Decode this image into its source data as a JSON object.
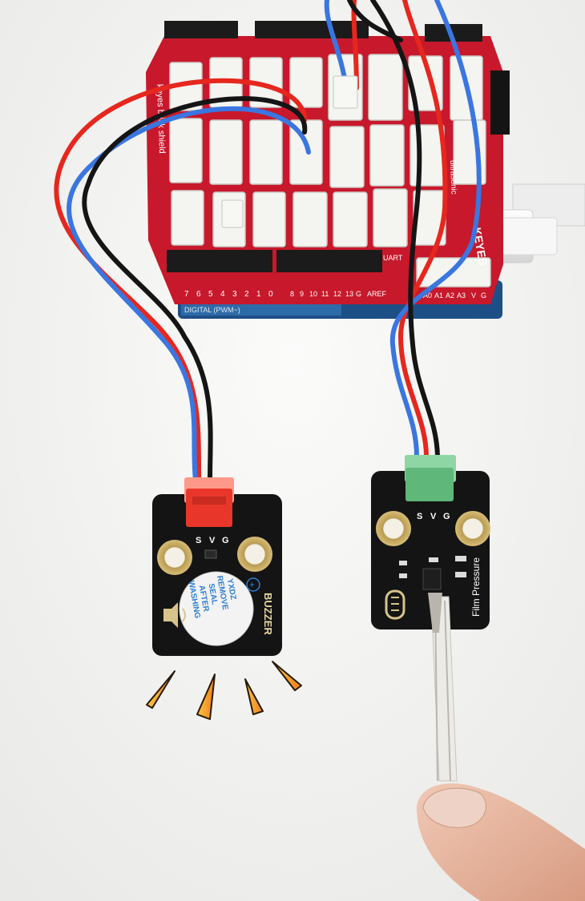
{
  "shield": {
    "brand": "KEYES",
    "name": "keyes brick shield",
    "header_label": "DIGITAL (PWM~)",
    "pin_labels_left": [
      "7",
      "6",
      "5",
      "4",
      "3",
      "2",
      "1",
      "0"
    ],
    "pin_labels_right": [
      "AREF",
      "G",
      "13",
      "12",
      "11",
      "10",
      "9",
      "8"
    ],
    "pin_labels_side": [
      "G",
      "V",
      "A3",
      "A2",
      "A1",
      "A0"
    ],
    "uart_label": "UART",
    "ultrasonic_label": "ultrasonic",
    "colors": {
      "pcb": "#c8182b",
      "header": "#1b1b1b",
      "connector": "#f4f4f0"
    }
  },
  "buzzer_module": {
    "title": "BUZZER",
    "pin_labels": [
      "S",
      "V",
      "G"
    ],
    "sticker_lines": [
      "YXDZ",
      "REMOVE",
      "SEAL",
      "AFTER",
      "WASHING"
    ],
    "sticker_symbol": "+",
    "connector_color": "#e8372a"
  },
  "pressure_module": {
    "title": "Film Pressure",
    "pin_labels": [
      "S",
      "V",
      "G"
    ],
    "connector_color": "#5fb87a"
  },
  "wires": {
    "signal": "#3a76e0",
    "power": "#e6271e",
    "ground": "#151515"
  },
  "accents": {
    "sound_marks": "#f29a1a"
  },
  "icons": [
    "usb-cable-icon",
    "buzzer-sound-icon",
    "pressure-sensor-icon",
    "finger-icon"
  ]
}
